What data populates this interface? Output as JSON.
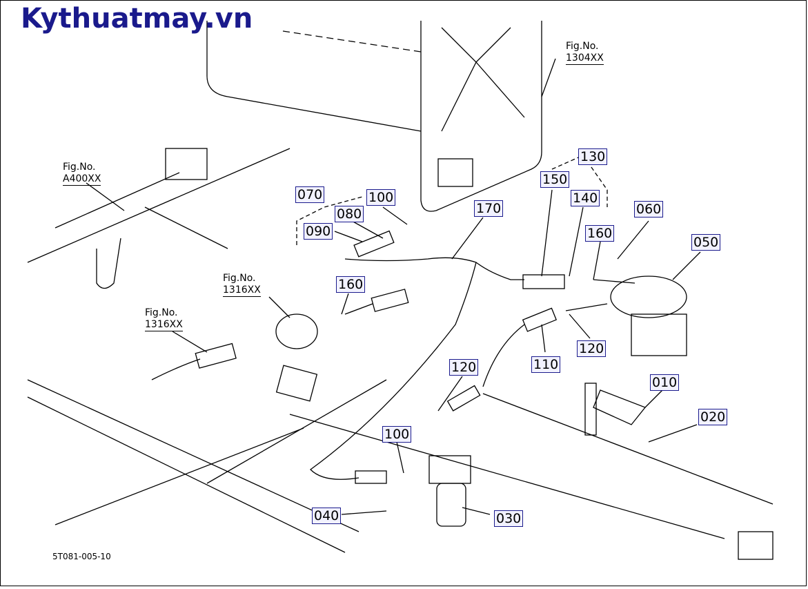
{
  "watermark": "Kythuatmay.vn",
  "diagram_code": "5T081-005-10",
  "figure_refs": [
    {
      "id": "fig_1304",
      "line1": "Fig.No.",
      "line2": "1304XX"
    },
    {
      "id": "fig_a400",
      "line1": "Fig.No.",
      "line2": "A400XX"
    },
    {
      "id": "fig_1316_top",
      "line1": "Fig.No.",
      "line2": "1316XX"
    },
    {
      "id": "fig_1316_left",
      "line1": "Fig.No.",
      "line2": "1316XX"
    }
  ],
  "part_labels": {
    "p130": "130",
    "p150": "150",
    "p140": "140",
    "p060": "060",
    "p160a": "160",
    "p050": "050",
    "p070": "070",
    "p100a": "100",
    "p080": "080",
    "p090": "090",
    "p170": "170",
    "p160b": "160",
    "p120a": "120",
    "p110": "110",
    "p120b": "120",
    "p010": "010",
    "p020": "020",
    "p100b": "100",
    "p040": "040",
    "p030": "030"
  },
  "colors": {
    "brand": "#1a1a8c",
    "label_border": "#1a1a8c",
    "line": "#000000"
  }
}
